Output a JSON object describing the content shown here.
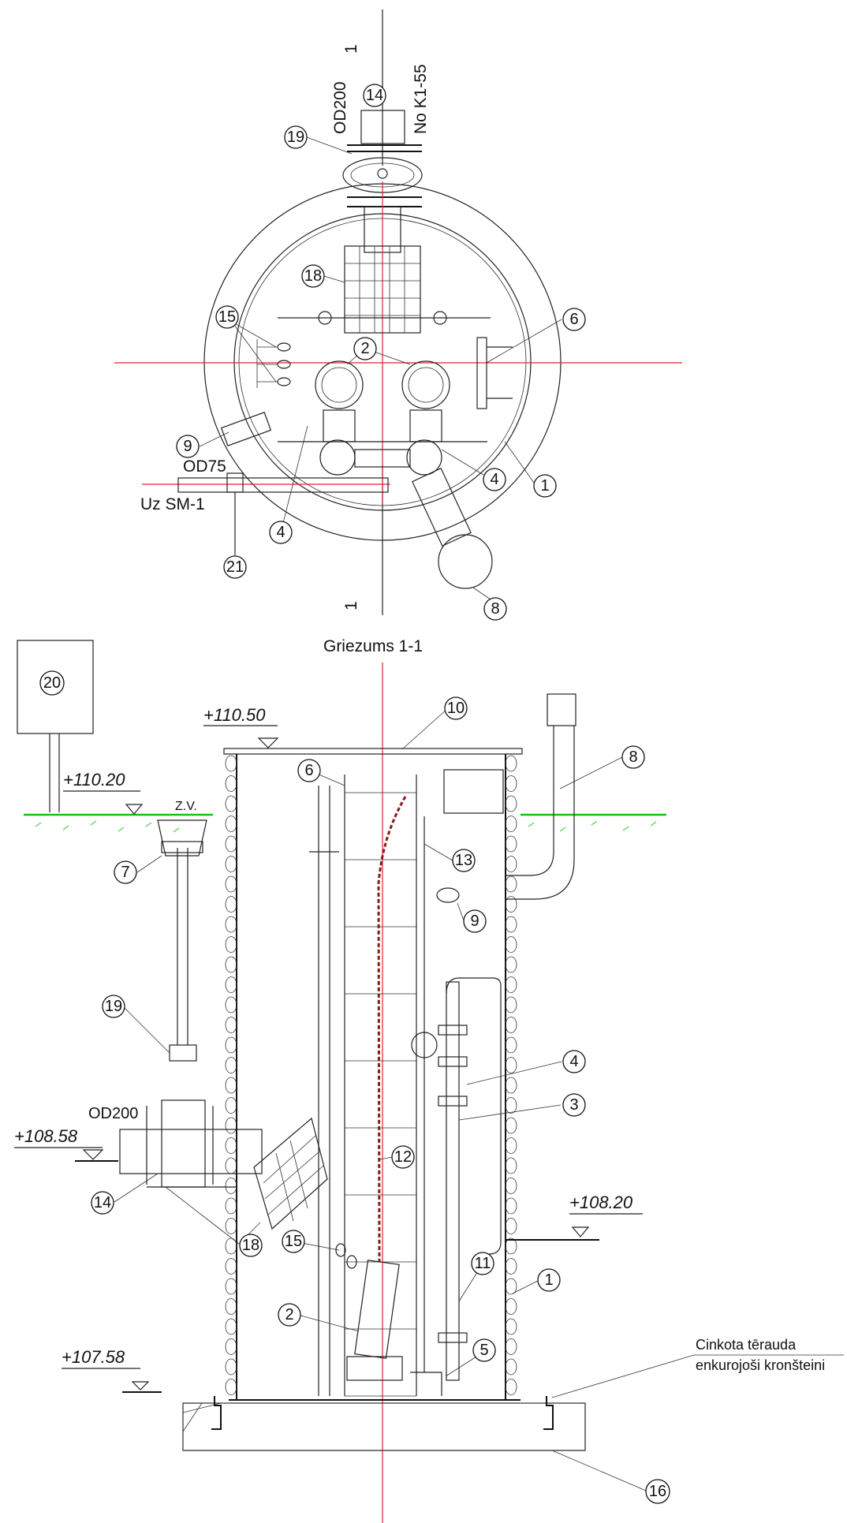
{
  "plan": {
    "section_marks": [
      "1",
      "1"
    ],
    "outlet_label": "OD200",
    "outlet_ref": "No K1-55",
    "inlet_size": "OD75",
    "inlet_ref": "Uz SM-1",
    "callouts": [
      "14",
      "19",
      "18",
      "15",
      "2",
      "6",
      "9",
      "4",
      "1",
      "4",
      "21",
      "8"
    ]
  },
  "section": {
    "title": "Griezums 1-1",
    "elevations": [
      "+110.50",
      "+110.20",
      "+108.58",
      "+108.20",
      "+107.58"
    ],
    "ground_label": "Z.V.",
    "pipe_label": "OD200",
    "note_line1": "Cinkota tērauda",
    "note_line2": "enkurojoši kronšteini",
    "callouts": [
      "20",
      "10",
      "8",
      "6",
      "13",
      "7",
      "9",
      "19",
      "4",
      "3",
      "14",
      "12",
      "18",
      "15",
      "11",
      "1",
      "2",
      "5",
      "16"
    ]
  },
  "colors": {
    "axis": "#e8202a",
    "ground": "#13c213",
    "line": "#222222"
  }
}
